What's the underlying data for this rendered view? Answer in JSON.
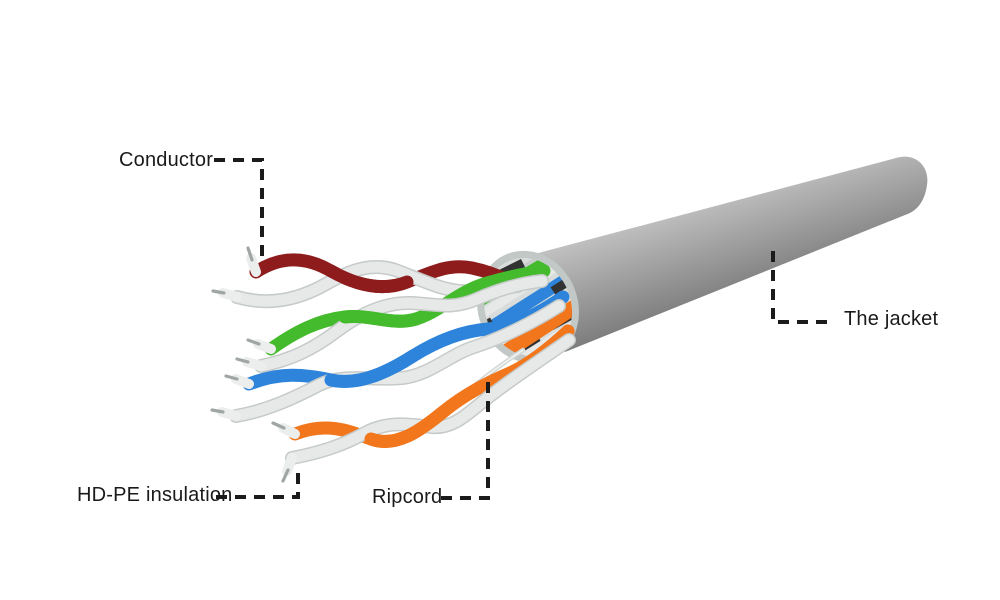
{
  "labels": {
    "conductor": "Conductor",
    "hdpe_insulation": "HD-PE insulation",
    "ripcord": "Ripcord",
    "jacket": "The jacket"
  },
  "colors": {
    "background": "#ffffff",
    "leader": "#1b1b1b",
    "text": "#1a1a1a",
    "jacket_gray": "#9b9b9b",
    "cut_face": "#d8dcdb",
    "cut_rim": "#c2c8c6",
    "pair_red": "#8e1c1c",
    "pair_green": "#44bb2c",
    "pair_blue": "#2d84da",
    "pair_orange": "#f2761c",
    "wire_white": "#e6e9e8",
    "wire_white_shade": "#c6cbca",
    "ripcord_strand": "#d2d8d6",
    "shard_black": "#323232",
    "pin_metal": "#9fa6a5",
    "sleeve_white": "#eceeed"
  }
}
